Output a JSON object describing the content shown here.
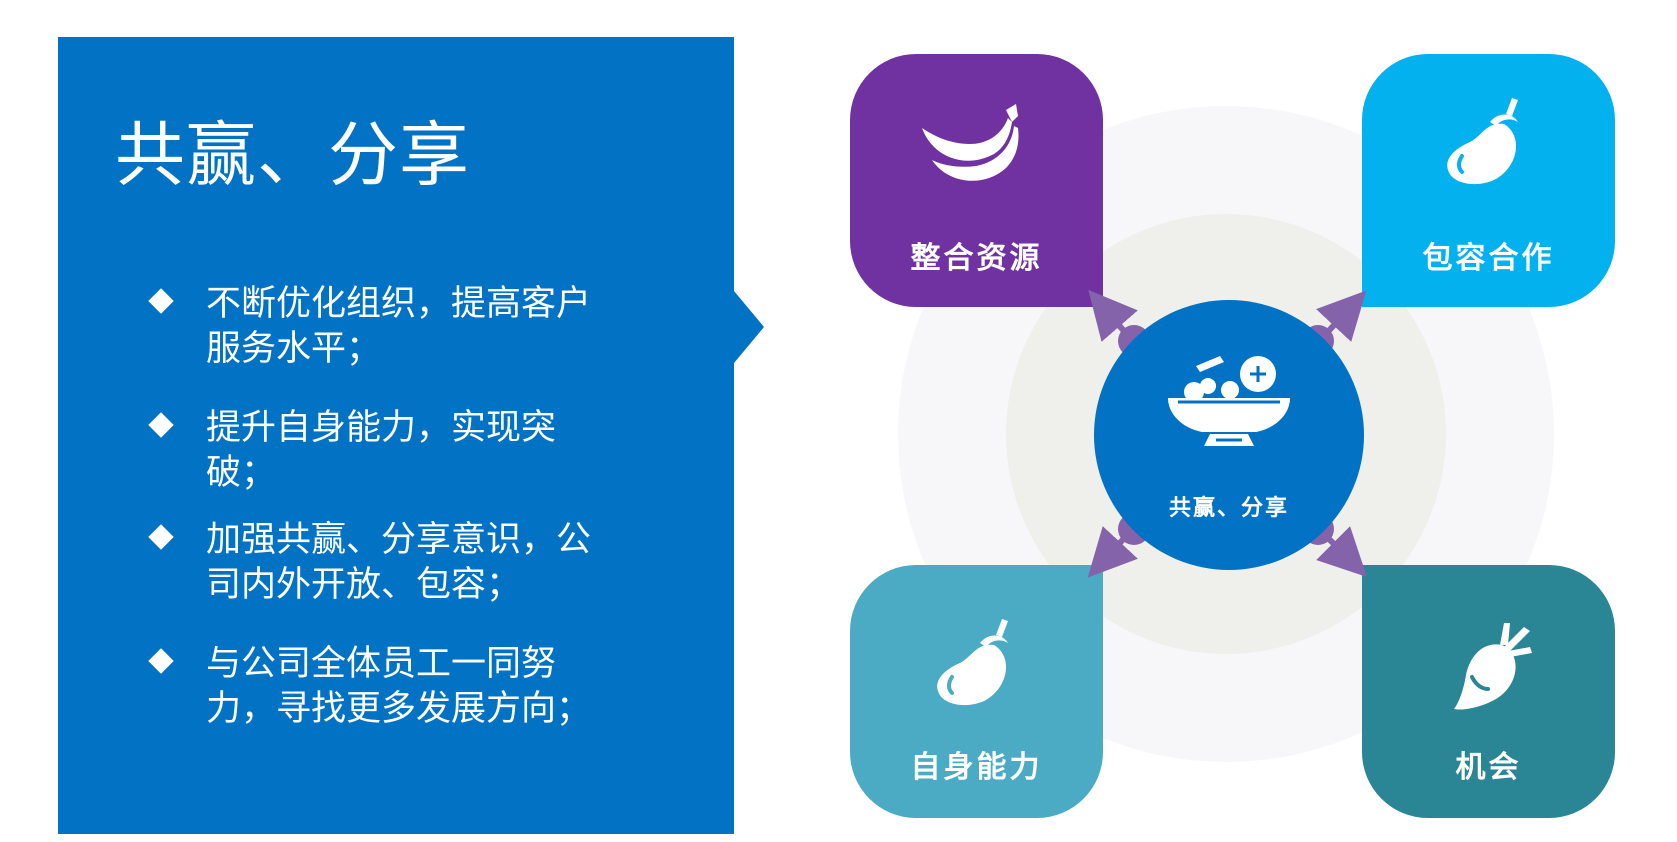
{
  "panel": {
    "title": "共赢、分享",
    "bullets": [
      "不断优化组织，提高客户服务水平；",
      "提升自身能力，实现突破；",
      "加强共赢、分享意识，公司内外开放、包容；",
      "与公司全体员工一同努力，寻找更多发展方向；"
    ]
  },
  "diagram": {
    "center": {
      "label": "共赢、分享",
      "icon": "salad-bowl-icon"
    },
    "nodes": [
      {
        "label": "整合资源",
        "icon": "banana-icon",
        "color": "#6f32a0"
      },
      {
        "label": "包容合作",
        "icon": "eggplant-icon",
        "color": "#04b1ef"
      },
      {
        "label": "自身能力",
        "icon": "eggplant-icon",
        "color": "#4babc4"
      },
      {
        "label": "机会",
        "icon": "radish-icon",
        "color": "#2a8595"
      }
    ],
    "colors": {
      "panel": "#0172c4",
      "center": "#0172c4",
      "connector": "#8563ab",
      "ring_outer": "#f7f7f9",
      "ring_inner": "#eff0ec"
    }
  }
}
